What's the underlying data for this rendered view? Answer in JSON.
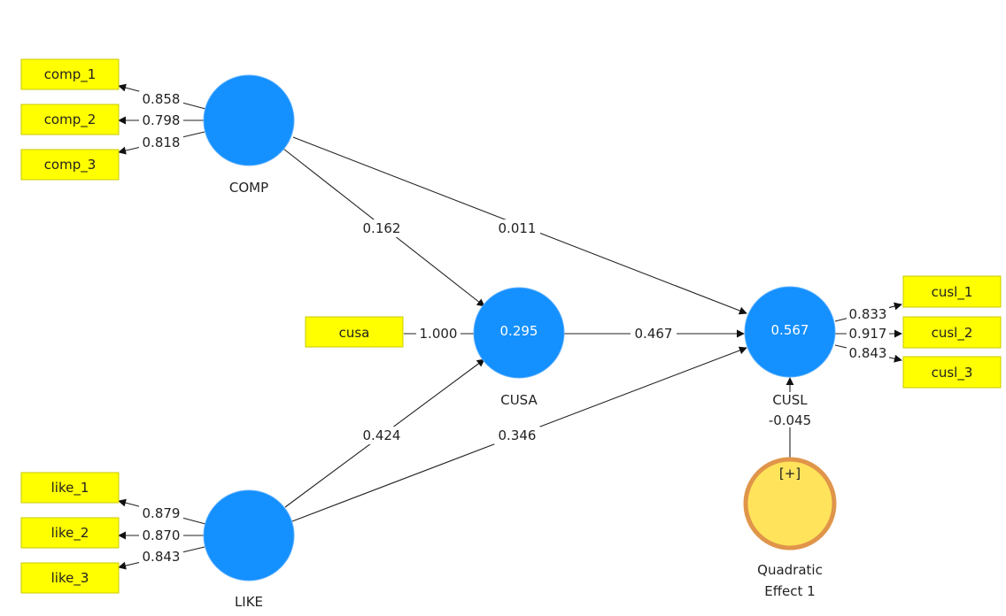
{
  "diagram": {
    "title": "PLS path model with quadratic effect",
    "latent_variables": [
      {
        "id": "COMP",
        "name": "COMP",
        "value": ""
      },
      {
        "id": "CUSA",
        "name": "CUSA",
        "value": "0.295"
      },
      {
        "id": "CUSL",
        "name": "CUSL",
        "value": "0.567"
      },
      {
        "id": "LIKE",
        "name": "LIKE",
        "value": ""
      }
    ],
    "quadratic_effect": {
      "name_line1": "Quadratic",
      "name_line2": "Effect 1",
      "expand_label": "[+]",
      "path_coefficient": "-0.045"
    },
    "indicators": {
      "comp": [
        {
          "name": "comp_1",
          "loading": "0.858"
        },
        {
          "name": "comp_2",
          "loading": "0.798"
        },
        {
          "name": "comp_3",
          "loading": "0.818"
        }
      ],
      "cusa": [
        {
          "name": "cusa",
          "loading": "1.000"
        }
      ],
      "cusl": [
        {
          "name": "cusl_1",
          "loading": "0.833"
        },
        {
          "name": "cusl_2",
          "loading": "0.917"
        },
        {
          "name": "cusl_3",
          "loading": "0.843"
        }
      ],
      "like": [
        {
          "name": "like_1",
          "loading": "0.879"
        },
        {
          "name": "like_2",
          "loading": "0.870"
        },
        {
          "name": "like_3",
          "loading": "0.843"
        }
      ]
    },
    "paths": [
      {
        "from": "COMP",
        "to": "CUSA",
        "coefficient": "0.162"
      },
      {
        "from": "COMP",
        "to": "CUSL",
        "coefficient": "0.011"
      },
      {
        "from": "CUSA",
        "to": "CUSL",
        "coefficient": "0.467"
      },
      {
        "from": "LIKE",
        "to": "CUSA",
        "coefficient": "0.424"
      },
      {
        "from": "LIKE",
        "to": "CUSL",
        "coefficient": "0.346"
      }
    ],
    "colors": {
      "latent": "#1490ff",
      "indicator": "#ffff00",
      "quadratic_fill": "#ffe35a",
      "quadratic_border": "#e0954a"
    }
  }
}
